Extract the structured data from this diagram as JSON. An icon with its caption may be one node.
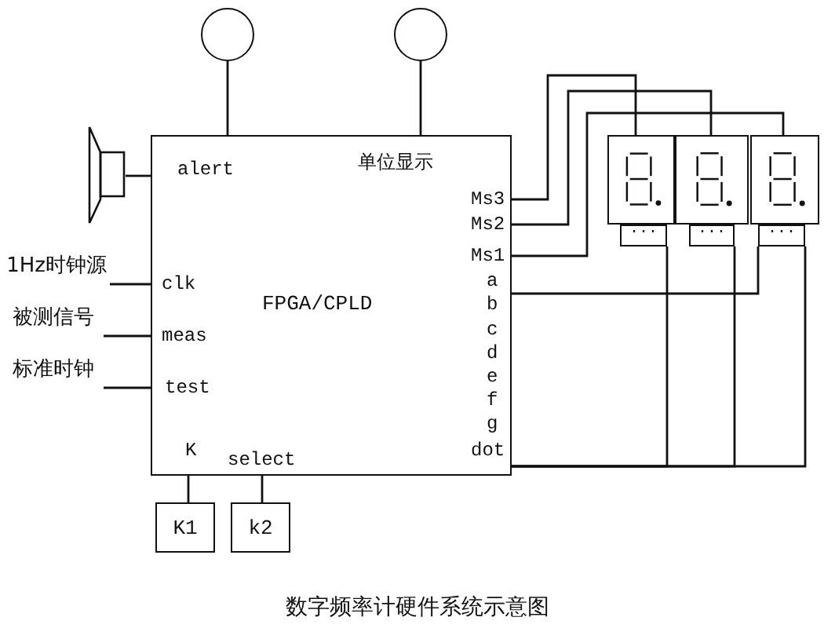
{
  "diagram": {
    "caption": "数字频率计硬件系统示意图",
    "nodes": [
      {
        "text": [
          "FPGA/CPLD"
        ]
      },
      {
        "text": [],
        "shape": "circle"
      },
      {
        "text": [],
        "shape": "circle"
      },
      {
        "text": [],
        "shape": "speaker"
      },
      {
        "text": [
          "1Hz时钟源"
        ]
      },
      {
        "text": [
          "被测信号"
        ]
      },
      {
        "text": [
          "标准时钟"
        ]
      },
      {
        "text": [
          "K1"
        ]
      },
      {
        "text": [
          "k2"
        ]
      },
      {
        "text": [],
        "shape": "display"
      },
      {
        "text": [],
        "shape": "display"
      },
      {
        "text": [],
        "shape": "display"
      },
      {
        "text": [
          "..."
        ]
      },
      {
        "text": [
          "..."
        ]
      },
      {
        "text": [
          "..."
        ]
      }
    ],
    "edges": [
      {
        "from": 1,
        "to": 0,
        "arrow": "none"
      },
      {
        "from": 2,
        "to": 0,
        "arrow": "none"
      },
      {
        "from": 3,
        "to": 0,
        "arrow": "none"
      },
      {
        "from": 4,
        "to": 0,
        "arrow": "none"
      },
      {
        "from": 5,
        "to": 0,
        "arrow": "none"
      },
      {
        "from": 6,
        "to": 0,
        "arrow": "none"
      },
      {
        "from": 0,
        "to": 7,
        "arrow": "none"
      },
      {
        "from": 0,
        "to": 8,
        "arrow": "none"
      },
      {
        "from": 0,
        "to": 9,
        "arrow": "none"
      },
      {
        "from": 0,
        "to": 10,
        "arrow": "none"
      },
      {
        "from": 0,
        "to": 11,
        "arrow": "none"
      },
      {
        "from": 0,
        "to": 14,
        "arrow": "none"
      },
      {
        "from": 0,
        "to": 12,
        "arrow": "none"
      },
      {
        "from": 0,
        "to": 13,
        "arrow": "none"
      },
      {
        "from": 0,
        "to": 14,
        "arrow": "none"
      }
    ],
    "labels": [
      "alert",
      "单位显示",
      "Ms3",
      "Ms2",
      "Ms1",
      "clk",
      "a",
      "b",
      "meas",
      "c",
      "d",
      "e",
      "test",
      "f",
      "g",
      "K",
      "select",
      "dot"
    ]
  }
}
